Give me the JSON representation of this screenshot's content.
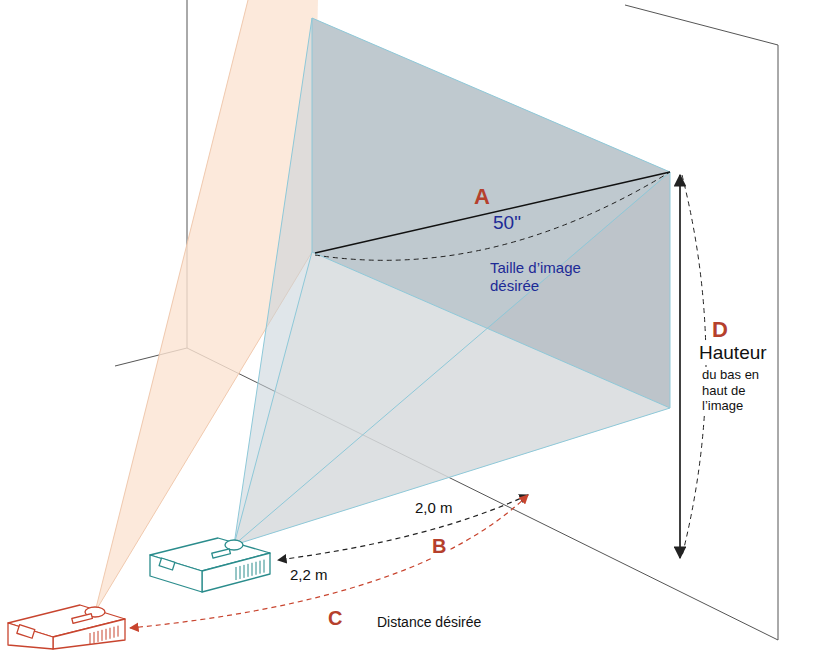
{
  "diagram": {
    "labels": [
      "A",
      "50\"",
      "Taille d’image désirée",
      "D",
      "Hauteur",
      "du bas en haut de l’image",
      "2,0 m",
      "B",
      "2,2 m",
      "C",
      "Distance désirée"
    ]
  }
}
